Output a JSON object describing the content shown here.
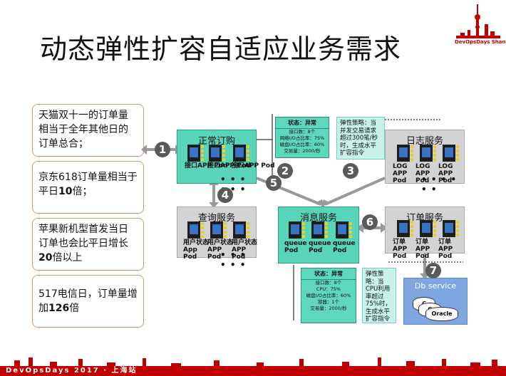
{
  "title": "动态弹性扩容自适应业务需求",
  "logo_text": "DevOpsDays Shanghai",
  "footer_text": "DevOpsDays 2017 · 上海站",
  "notes": [
    {
      "text": "天猫双十一的订单量相当于全年其他日的订单总合；"
    },
    {
      "pre": "京东618订单量相当于平日",
      "bold": "10",
      "post": "倍；"
    },
    {
      "pre": "苹果新机型首发当日订单也会比平日增长",
      "bold": "20",
      "post": "倍以上"
    },
    {
      "pre": "517电信日，订单量增加",
      "bold": "126",
      "post": "倍"
    }
  ],
  "services": {
    "order": {
      "title": "正常订购",
      "pods": [
        "接口APP Pod",
        "接口APP Pod",
        "接口APP Pod"
      ]
    },
    "query": {
      "title": "查询服务",
      "pods": [
        "用户状态 App Pod",
        "用户状态 APP Pod",
        "用户状态 APP Pod"
      ]
    },
    "message": {
      "title": "消息服务",
      "pods": [
        "queue Pod",
        "queue Pod",
        "queue Pod"
      ]
    },
    "log": {
      "title": "日志服务",
      "pods": [
        "LOG APP Pod",
        "LOG APP Pod",
        "LOG APP Pod"
      ]
    },
    "orders": {
      "title": "订单服务",
      "pods": [
        "订单APP Pod",
        "订单APP Pod",
        "订单APP Pod"
      ]
    }
  },
  "dots": "• • • • • •",
  "steps": [
    "1",
    "2",
    "3",
    "4",
    "5",
    "6",
    "7"
  ],
  "status_top": {
    "header": "状态：异常",
    "lines": [
      "接口数：8个",
      "网络I/O占比率：75%",
      "磁盘I/O占比率：60%",
      "交易量：2000/秒"
    ]
  },
  "strategy_top": "弹性策略：当并发交易请求超过300笔/秒时，生成水平扩容指令",
  "status_bottom": {
    "header": "状态：异常",
    "lines": [
      "接口数：8个",
      "CPU：75%",
      "磁盘I/O占比率：60%",
      "容器：1个",
      "交易量：2000/秒"
    ]
  },
  "strategy_bottom": "弹性策略：当CPU利用率超过75%时，生成水平扩容指令",
  "db": {
    "title": "Db service",
    "c1": "C",
    "c2": "C",
    "oracle": "Oracle"
  },
  "colors": {
    "green": "#58d4b8",
    "gray": "#d3d3d3",
    "accent": "#c00000",
    "note_border": "#e0956a"
  }
}
